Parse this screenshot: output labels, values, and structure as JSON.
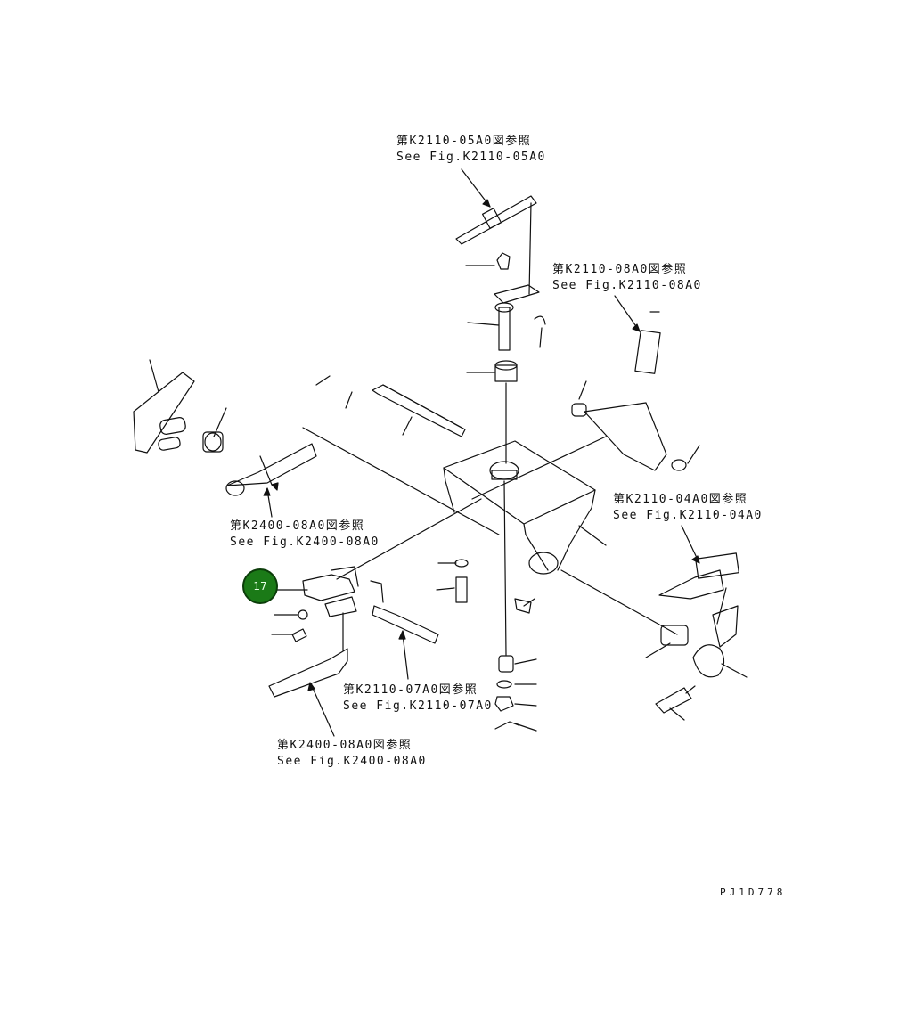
{
  "references": {
    "ref_05a0": {
      "jp": "第K2110-05A0図参照",
      "en": "See Fig.K2110-05A0"
    },
    "ref_08a0_k2110": {
      "jp": "第K2110-08A0図参照",
      "en": "See Fig.K2110-08A0"
    },
    "ref_08a0_k2400_upper": {
      "jp": "第K2400-08A0図参照",
      "en": "See Fig.K2400-08A0"
    },
    "ref_04a0": {
      "jp": "第K2110-04A0図参照",
      "en": "See Fig.K2110-04A0"
    },
    "ref_07a0": {
      "jp": "第K2110-07A0図参照",
      "en": "See Fig.K2110-07A0"
    },
    "ref_08a0_k2400_lower": {
      "jp": "第K2400-08A0図参照",
      "en": "See Fig.K2400-08A0"
    }
  },
  "callout": {
    "number": "17",
    "color": "#1b7a17"
  },
  "drawing_code": "PJ1D778"
}
